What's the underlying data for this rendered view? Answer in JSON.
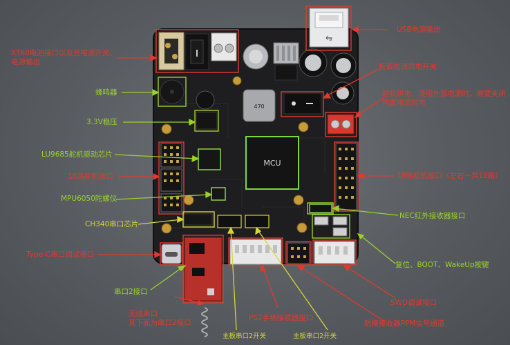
{
  "board": {
    "chip_mcu": "MCU",
    "inductor": "470"
  },
  "labels": {
    "xt60_line1": "XT60电池接口以及总电源开关、",
    "xt60_line2": "电源输出",
    "buzzer": "蜂鸣器",
    "ldo": "3.3V稳压",
    "lu9685": "LU9685舵机驱动芯片",
    "servo18_left": "18路舵机接口",
    "mpu6050": "MPU6050陀螺仪",
    "ch340": "CH340串口芯片",
    "typec": "Type-C串口调试接口",
    "uart2": "串口2接口",
    "wireless_line1": "无线串口",
    "wireless_line2": "其下面为串口2接口",
    "usb_out": "USB电源输出",
    "board_switch": "板载电源供电开关",
    "servo_power_line1": "舵机供电，使用外部电源时，需要关闭",
    "servo_power_line2": "内置电源供电",
    "servo18_right": "18路舵机接口（左右一共18路）",
    "nec_ir": "NEC红外接收器接口",
    "buttons": "复位、BOOT、WakeUp按键",
    "swd": "SWD调试接口",
    "ppm": "航模接收器PPM信号通道",
    "ps2": "PS2手柄接收器接口",
    "bottom_left": "主板串口2开关",
    "bottom_right": "主板串口2开关"
  },
  "colors": {
    "pcb": "#1f1f21",
    "red_label": "#e03a2e",
    "green_label": "#9bd22a",
    "yellow_label": "#d6d63a",
    "mcu_outline": "#7fd83a"
  }
}
